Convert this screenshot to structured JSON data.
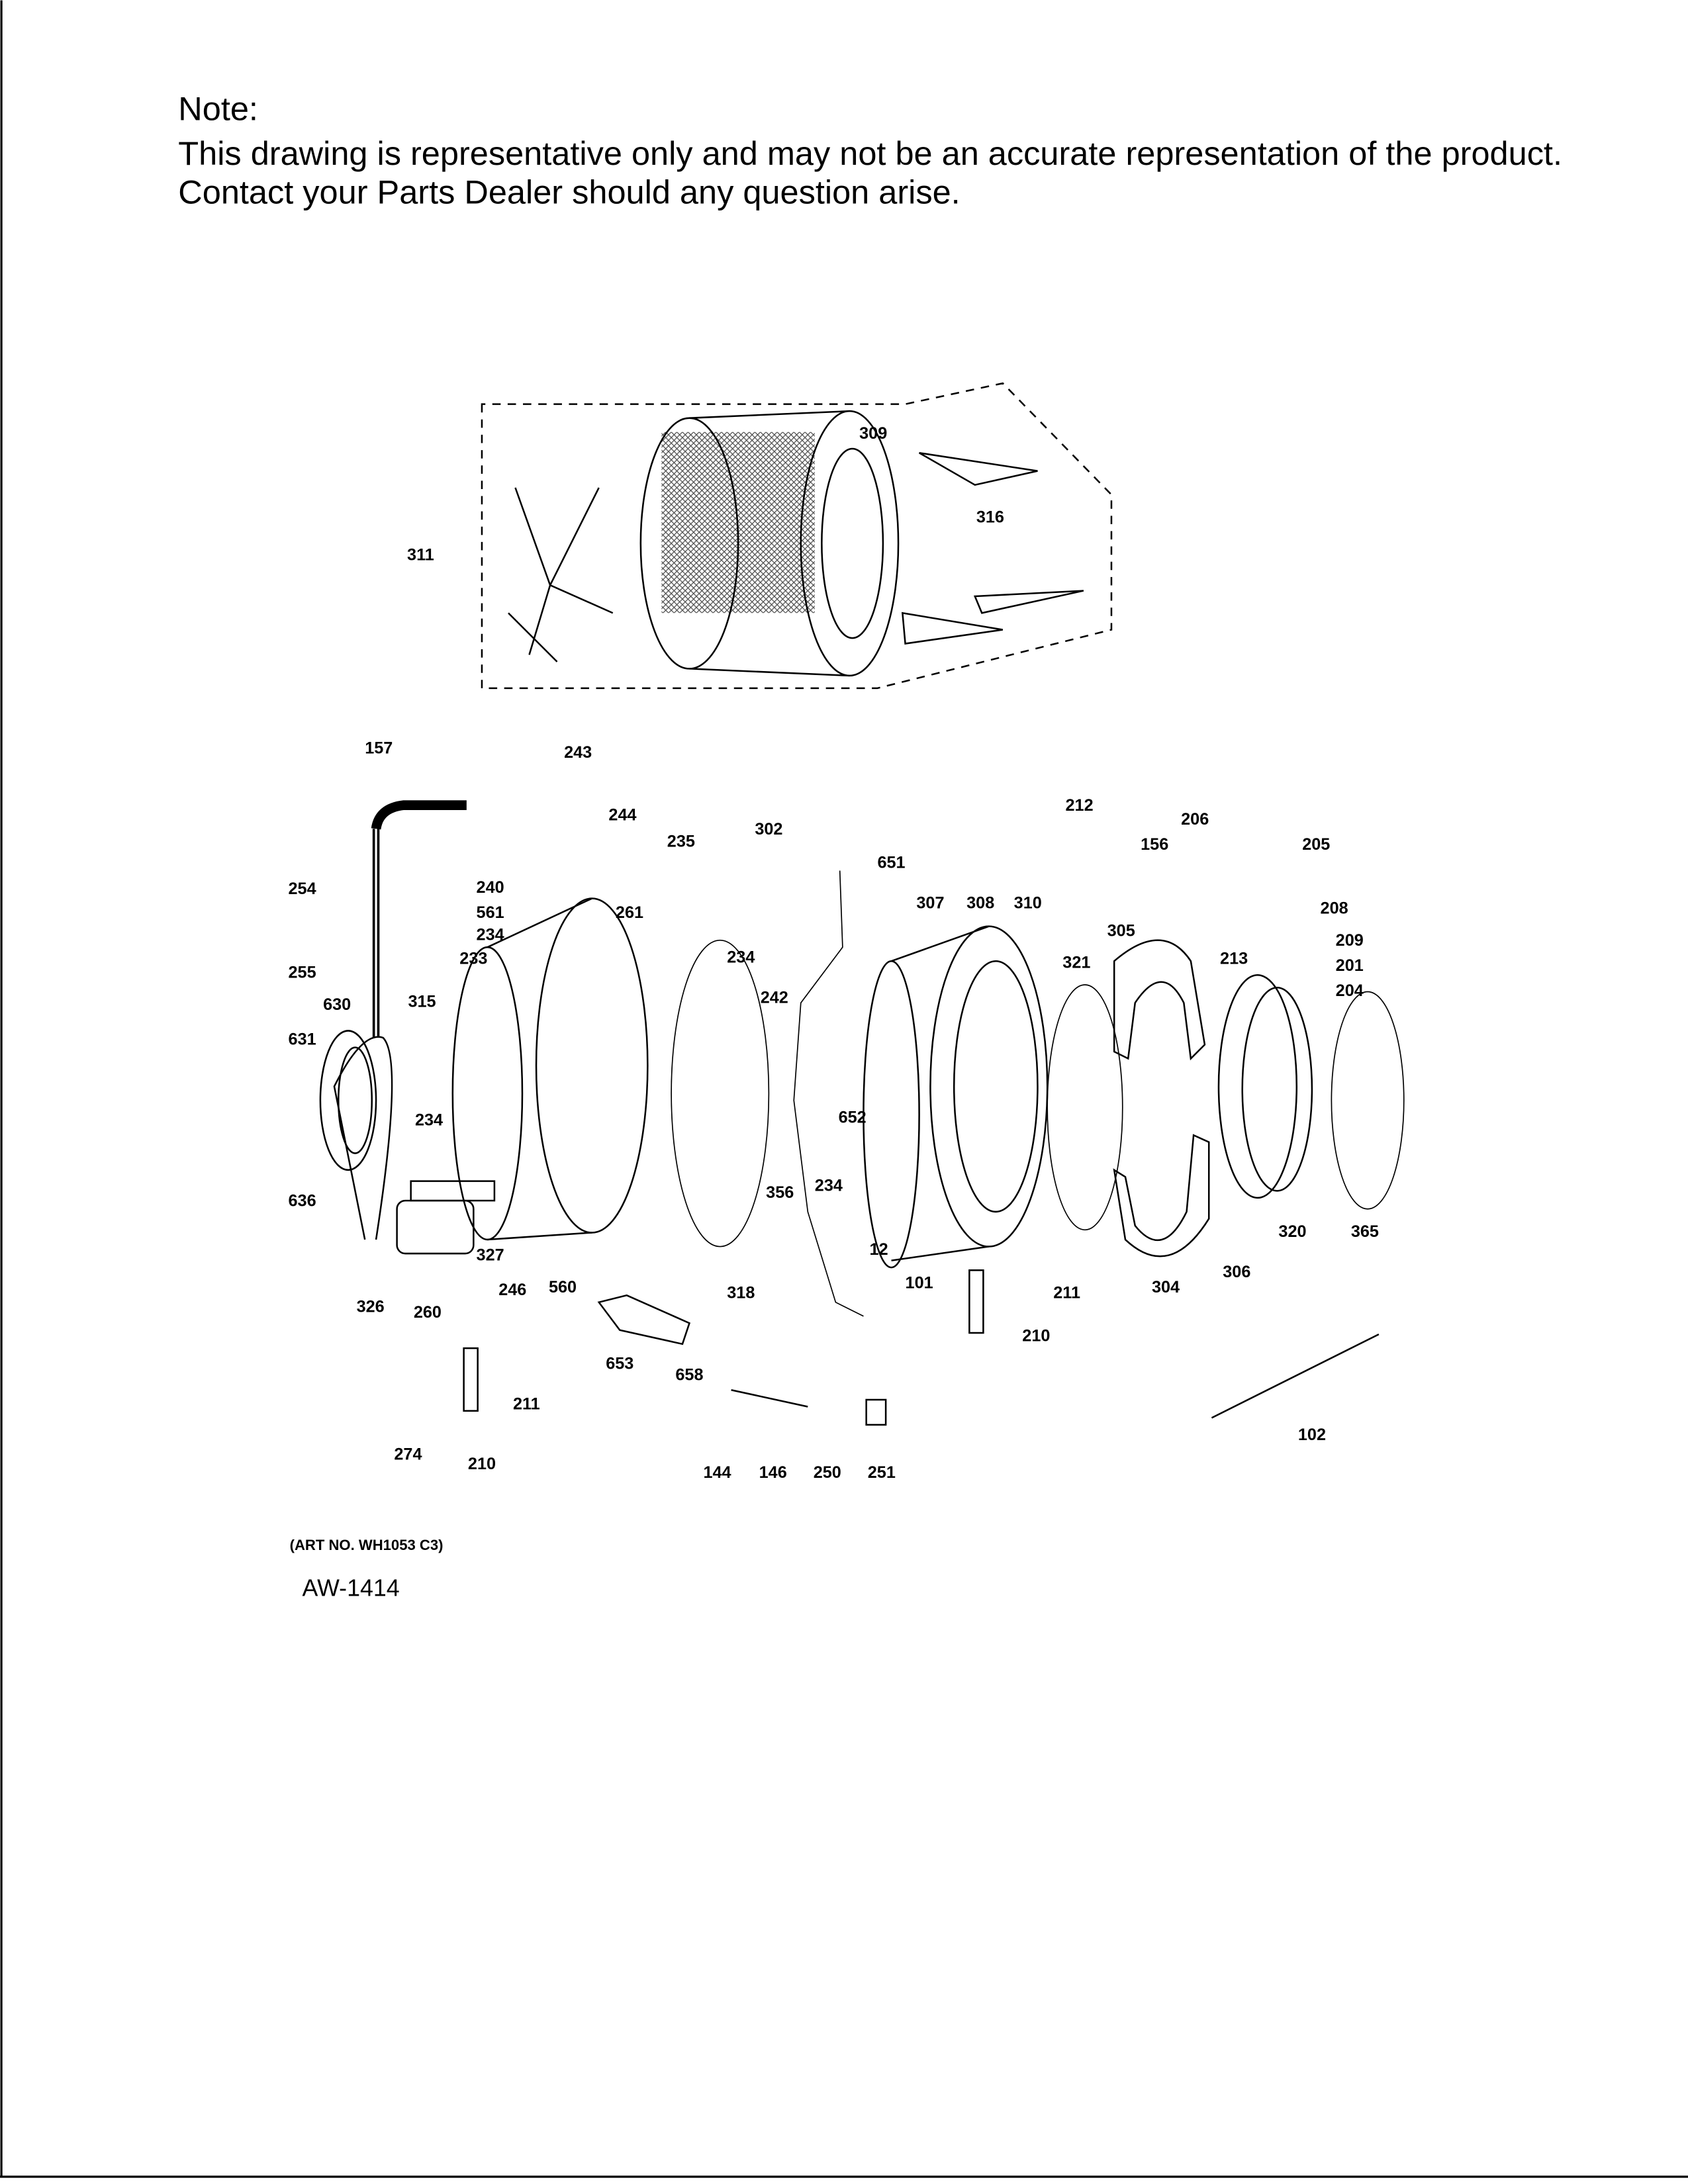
{
  "note": {
    "heading": "Note:",
    "line1": "This drawing is representative only and may not be an accurate representation of the product.",
    "line2": "Contact your Parts Dealer should any question arise."
  },
  "footer": {
    "art_no": "(ART NO. WH1053 C3)",
    "page_code": "AW-1414"
  },
  "part_labels": [
    "309",
    "316",
    "311",
    "157",
    "243",
    "244",
    "235",
    "302",
    "651",
    "212",
    "206",
    "156",
    "205",
    "254",
    "240",
    "561",
    "261",
    "234",
    "233",
    "234",
    "307",
    "308",
    "310",
    "305",
    "208",
    "213",
    "209",
    "201",
    "204",
    "321",
    "255",
    "630",
    "315",
    "242",
    "631",
    "652",
    "234",
    "636",
    "356",
    "234",
    "320",
    "365",
    "306",
    "304",
    "327",
    "12",
    "326",
    "260",
    "246",
    "560",
    "318",
    "101",
    "211",
    "210",
    "653",
    "658",
    "102",
    "211",
    "274",
    "210",
    "144",
    "146",
    "250",
    "251"
  ]
}
